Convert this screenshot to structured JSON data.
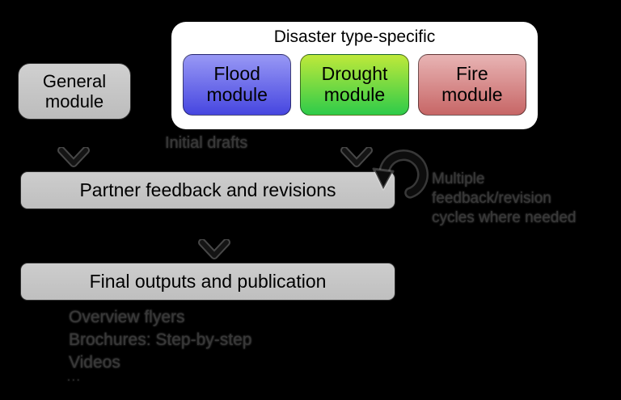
{
  "colors": {
    "background": "#000000",
    "panel_bg": "#ffffff",
    "gray_box": "#c6c6c6",
    "outline": "#2f2f2f",
    "arrow": "#141414",
    "dim_text": "#383838"
  },
  "general_module": {
    "label": "General\nmodule"
  },
  "disaster": {
    "title": "Disaster type-specific",
    "modules": [
      {
        "name": "flood",
        "label": "Flood\nmodule",
        "color_top": "#9898f5",
        "color_bottom": "#4646e0"
      },
      {
        "name": "drought",
        "label": "Drought\nmodule",
        "color_top": "#bfe93a",
        "color_bottom": "#2ecb4a"
      },
      {
        "name": "fire",
        "label": "Fire\nmodule",
        "color_top": "#e8b4b4",
        "color_bottom": "#c76666"
      }
    ]
  },
  "annotations": {
    "initial_drafts": "Initial drafts",
    "cycle_note": "Multiple feedback/revision cycles where needed",
    "ellipsis": "..."
  },
  "flow": {
    "partner_label": "Partner feedback and revisions",
    "final_label": "Final outputs and publication"
  },
  "outputs": [
    "Overview flyers",
    "Brochures: Step-by-step",
    "Videos"
  ]
}
